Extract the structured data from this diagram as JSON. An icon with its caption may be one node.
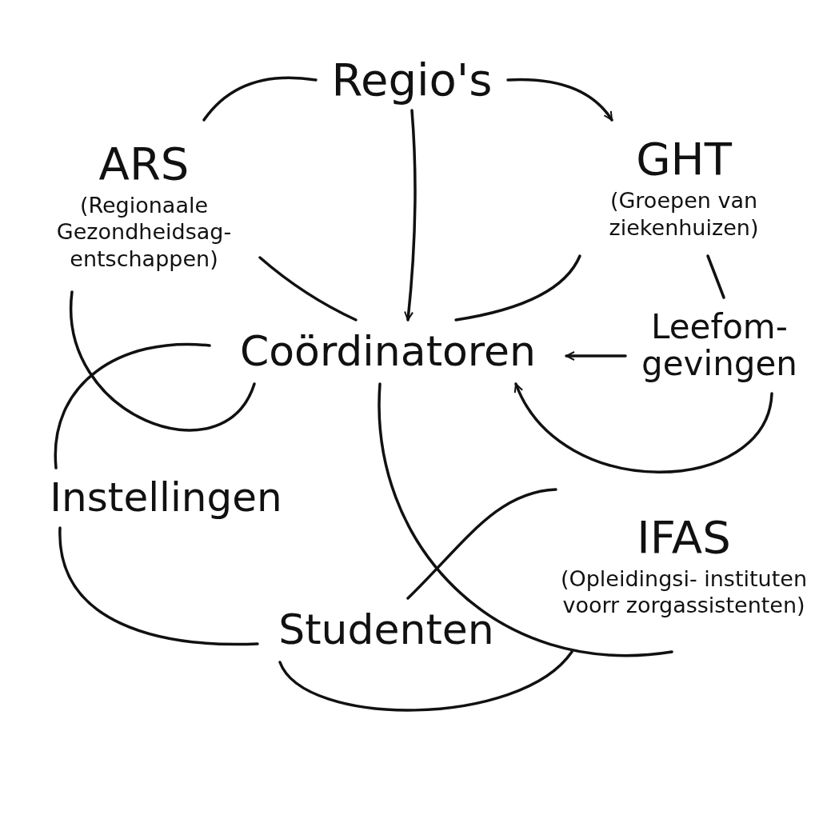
{
  "diagram": {
    "nodes": [
      {
        "text": [
          "Regio's"
        ]
      },
      {
        "text": [
          "ARS",
          "(Regionaale Gezondheidsag- entschappen)"
        ]
      },
      {
        "text": [
          "GHT",
          "(Groepen van ziekenhuizen)"
        ]
      },
      {
        "text": [
          "Coördinatoren"
        ]
      },
      {
        "text": [
          "Leefom- gevingen"
        ]
      },
      {
        "text": [
          "Instellingen"
        ]
      },
      {
        "text": [
          "IFAS",
          "(Opleidingsi- instituten voorr zorgassistenten)"
        ]
      },
      {
        "text": [
          "Studenten"
        ]
      }
    ],
    "edges": [
      {
        "from": 0,
        "to": 2,
        "arrow": "to"
      },
      {
        "from": 0,
        "to": 3,
        "arrow": "to"
      },
      {
        "from": 1,
        "to": 0,
        "arrow": "none"
      },
      {
        "from": 1,
        "to": 3,
        "arrow": "none"
      },
      {
        "from": 2,
        "to": 3,
        "arrow": "none"
      },
      {
        "from": 2,
        "to": 4,
        "arrow": "none"
      },
      {
        "from": 4,
        "to": 3,
        "arrow": "to"
      },
      {
        "from": 4,
        "to": 3,
        "arrow": "to"
      },
      {
        "from": 1,
        "to": 3,
        "arrow": "none"
      },
      {
        "from": 3,
        "to": 5,
        "arrow": "none"
      },
      {
        "from": 5,
        "to": 7,
        "arrow": "none"
      },
      {
        "from": 3,
        "to": 6,
        "arrow": "none"
      },
      {
        "from": 7,
        "to": 6,
        "arrow": "none"
      },
      {
        "from": 7,
        "to": 6,
        "arrow": "none"
      }
    ]
  }
}
